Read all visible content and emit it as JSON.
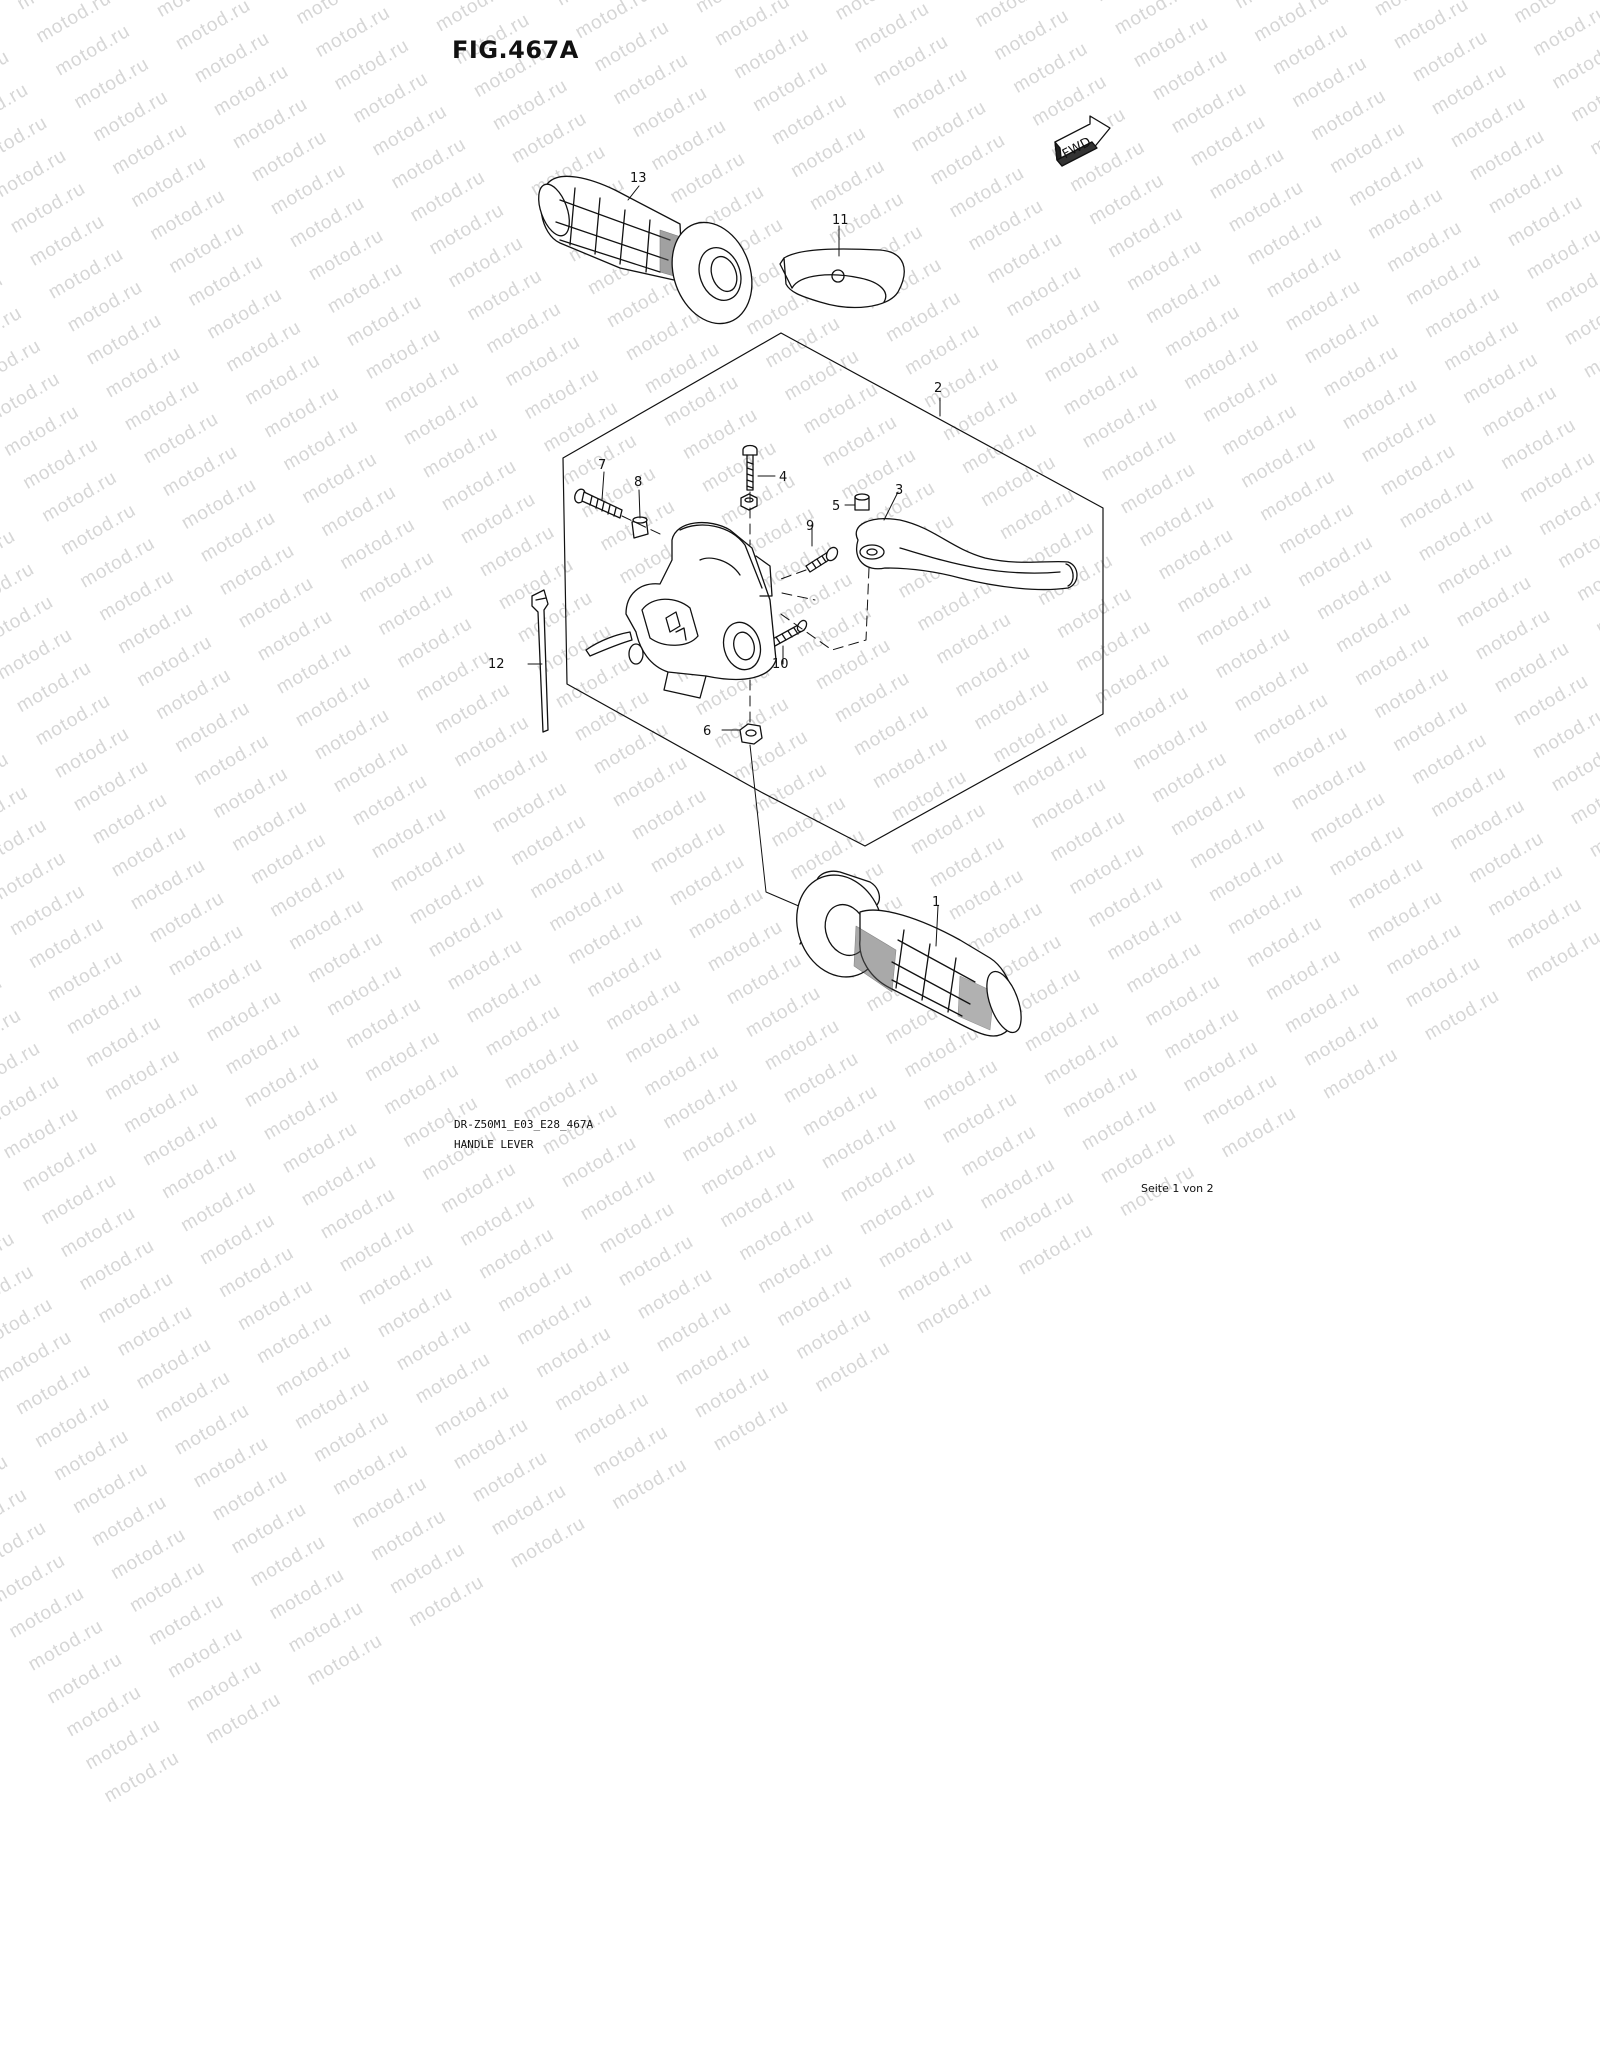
{
  "figure": {
    "title": "FIG.467A",
    "fwd_label": "FWD",
    "code": "DR-Z50M1_E03_E28_467A",
    "name": "HANDLE LEVER",
    "page": "Seite 1 von 2",
    "watermark": "motod.ru"
  },
  "callouts": [
    "1",
    "2",
    "3",
    "4",
    "5",
    "6",
    "7",
    "8",
    "9",
    "10",
    "11",
    "12",
    "13"
  ]
}
